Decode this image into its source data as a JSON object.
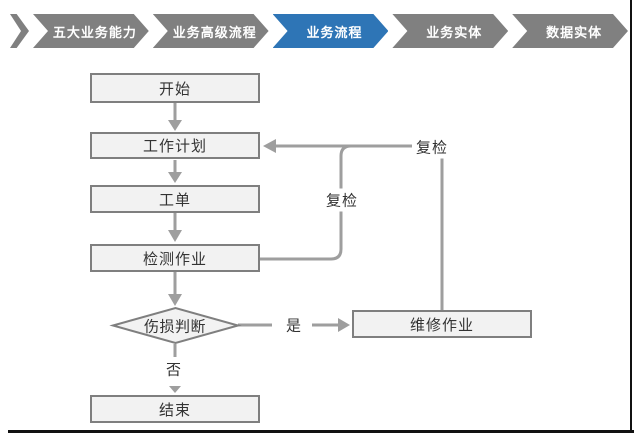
{
  "nav": {
    "items": [
      {
        "label": "五大业务能力",
        "active": false
      },
      {
        "label": "业务高级流程",
        "active": false
      },
      {
        "label": "业务流程",
        "active": true
      },
      {
        "label": "业务实体",
        "active": false
      },
      {
        "label": "数据实体",
        "active": false
      }
    ],
    "active_color": "#2E75B6",
    "inactive_color": "#808080",
    "text_color": "#ffffff"
  },
  "flowchart": {
    "nodes": {
      "start": {
        "label": "开始",
        "type": "process"
      },
      "plan": {
        "label": "工作计划",
        "type": "process"
      },
      "order": {
        "label": "工单",
        "type": "process"
      },
      "inspect": {
        "label": "检测作业",
        "type": "process"
      },
      "decision": {
        "label": "伤损判断",
        "type": "decision"
      },
      "repair": {
        "label": "维修作业",
        "type": "process"
      },
      "end": {
        "label": "结束",
        "type": "process"
      }
    },
    "edges": {
      "yes_label": "是",
      "no_label": "否",
      "recheck_inner_label": "复检",
      "recheck_outer_label": "复检"
    },
    "colors": {
      "node_fill": "#f2f2f2",
      "node_border": "#7f7f7f",
      "connector": "#9e9e9e",
      "label_text": "#333333"
    }
  }
}
